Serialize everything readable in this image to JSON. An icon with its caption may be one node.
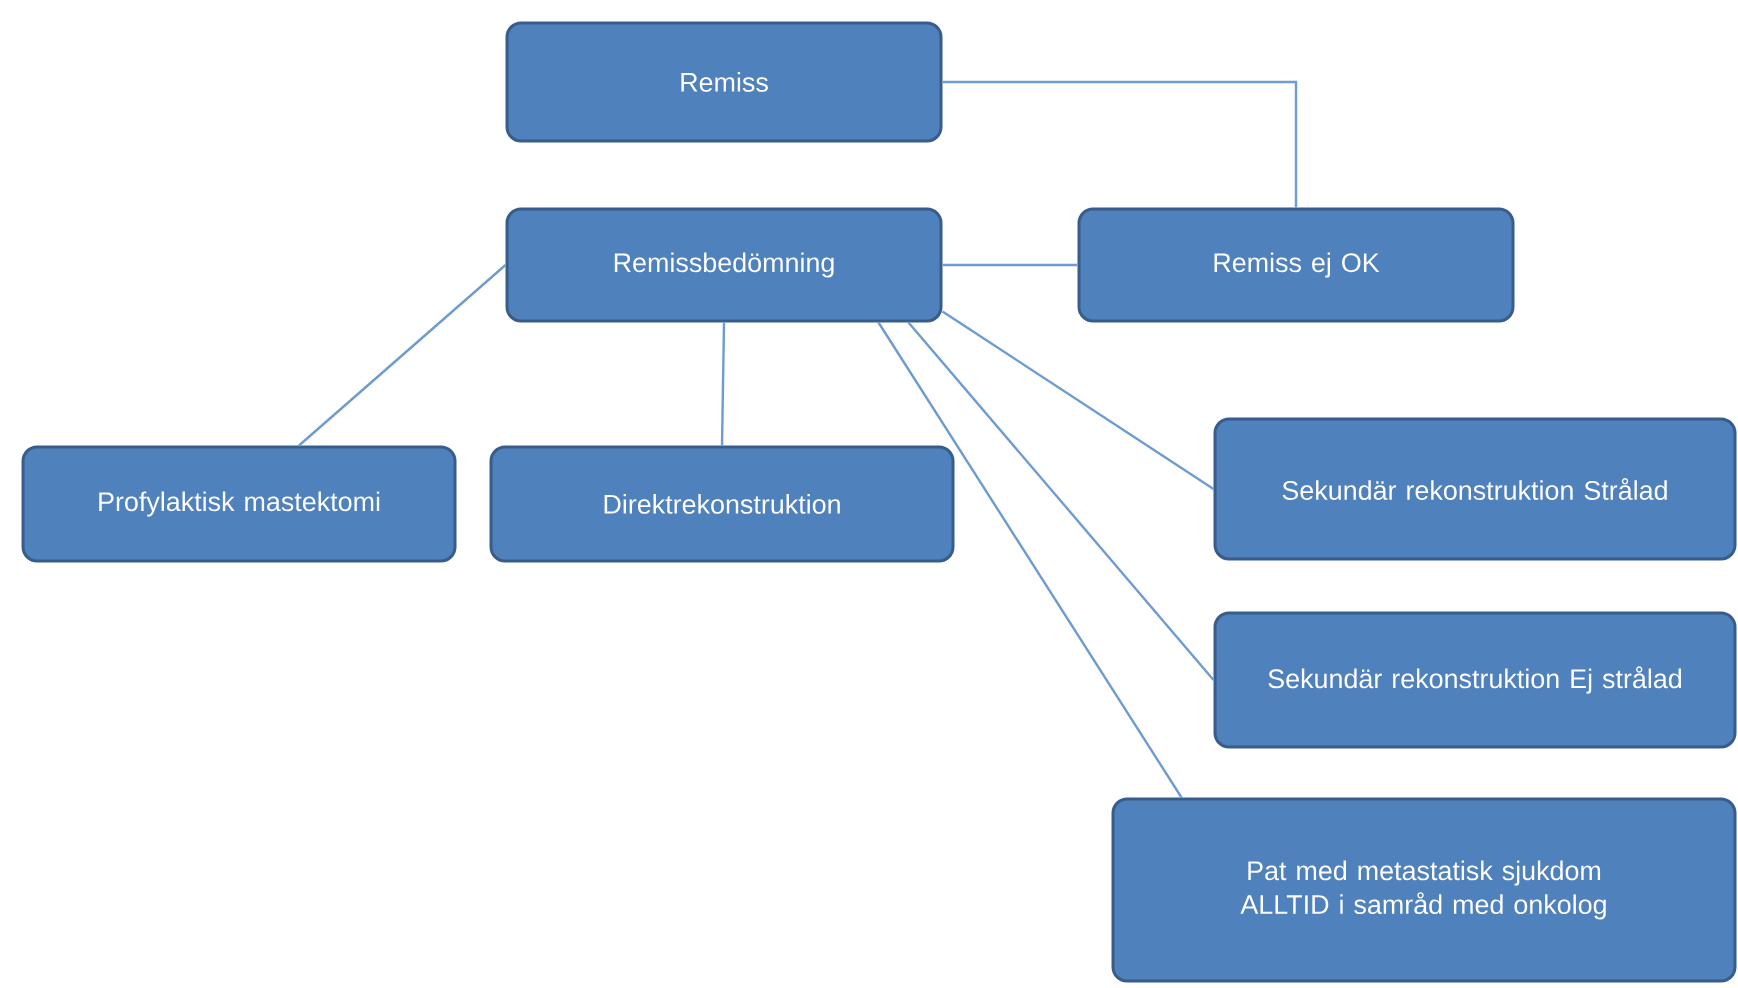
{
  "diagram": {
    "nodes": [
      {
        "text": [
          "Remiss"
        ]
      },
      {
        "text": [
          "Remiss  ej OK"
        ]
      },
      {
        "text": [
          "Remissbedömning"
        ]
      },
      {
        "text": [
          "Profylaktisk mastektomi"
        ]
      },
      {
        "text": [
          "Direktrekonstruktion"
        ]
      },
      {
        "text": [
          "Sekundär rekonstruktion Strålad"
        ]
      },
      {
        "text": [
          "Sekundär rekonstruktion Ej strålad"
        ]
      },
      {
        "text": [
          "Pat med metastatisk sjukdom ALLTID i samråd med onkolog"
        ]
      }
    ],
    "edges": [
      {
        "from": 0,
        "to": 1,
        "arrow": "none"
      },
      {
        "from": 1,
        "to": 2,
        "arrow": "none"
      },
      {
        "from": 2,
        "to": 3,
        "arrow": "none"
      },
      {
        "from": 2,
        "to": 4,
        "arrow": "none"
      },
      {
        "from": 2,
        "to": 5,
        "arrow": "none"
      },
      {
        "from": 2,
        "to": 6,
        "arrow": "none"
      },
      {
        "from": 2,
        "to": 7,
        "arrow": "none"
      }
    ]
  }
}
